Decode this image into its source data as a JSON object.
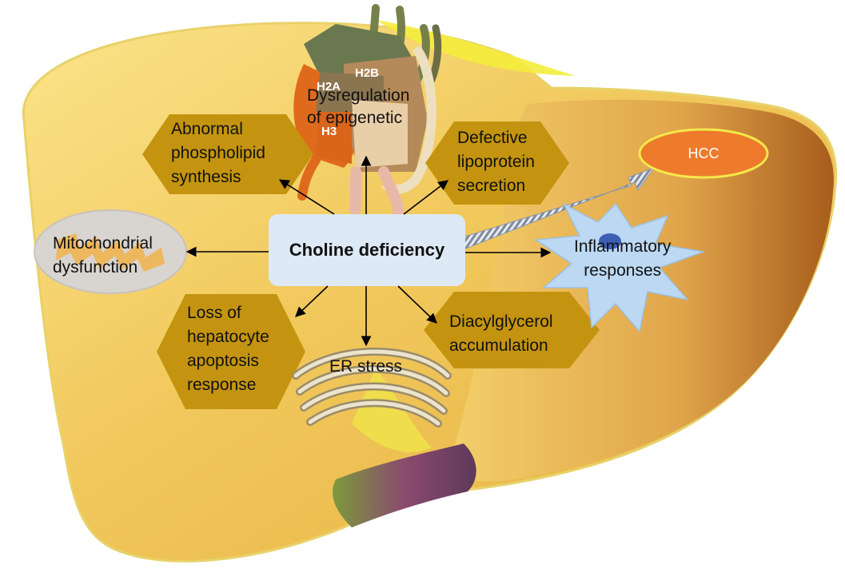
{
  "colors": {
    "liver_light": "#f8dc74",
    "liver_mid": "#e9b548",
    "liver_dark": "#b06a1c",
    "hexagon": "#c49410",
    "center_box": "#dde9f5",
    "hcc_fill": "#ee7a2c",
    "hcc_border": "#f4e84a",
    "star_fill": "#bcd8f2",
    "nucleus": "#3d5fb4"
  },
  "center": {
    "label": "Choline deficiency"
  },
  "effects": {
    "epigenetic": [
      "Dysregulation",
      "of epigenetic"
    ],
    "phospholipid": [
      "Abnormal",
      "phospholipid",
      "synthesis"
    ],
    "lipoprotein": [
      "Defective",
      "lipoprotein",
      "secretion"
    ],
    "mitochondria": [
      "Mitochondrial",
      "dysfunction"
    ],
    "apoptosis": [
      "Loss of",
      "hepatocyte",
      "apoptosis",
      "response"
    ],
    "er_stress": "ER stress",
    "diacylglycerol": [
      "Diacylglycerol",
      "accumulation"
    ],
    "inflammation": [
      "Inflammatory",
      "responses"
    ],
    "hcc": "HCC"
  },
  "histones": {
    "h2a": "H2A",
    "h2b": "H2B",
    "h3": "H3"
  }
}
